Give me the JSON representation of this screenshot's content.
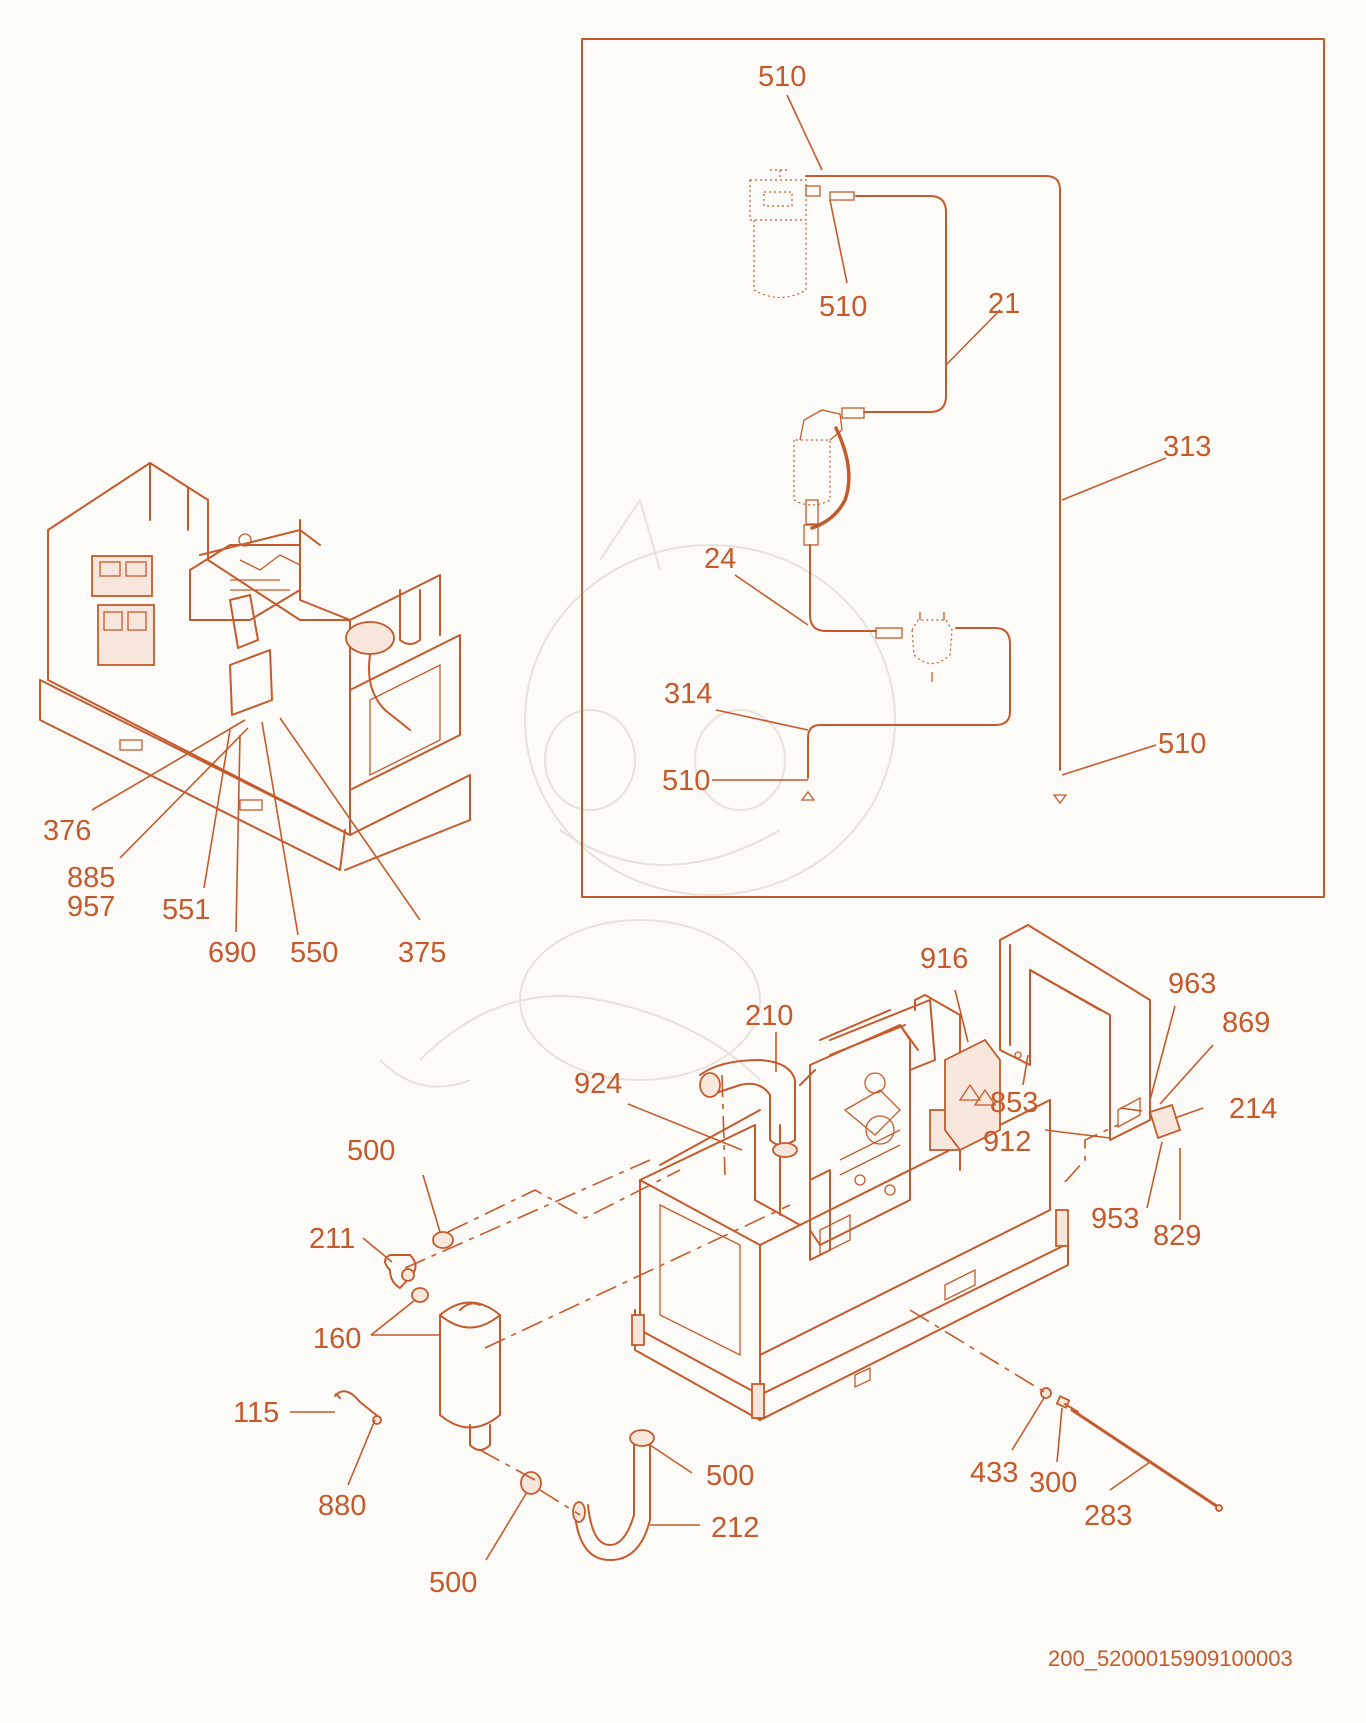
{
  "drawing_id": "200_5200015909100003",
  "colors": {
    "line": "#c55a2c",
    "background": "#fcfbf8",
    "watermark": "#e8e2dc"
  },
  "labels": {
    "inset_510_top": "510",
    "inset_510_mid": "510",
    "inset_21": "21",
    "inset_313": "313",
    "inset_24": "24",
    "inset_314": "314",
    "inset_510_left": "510",
    "inset_510_right": "510",
    "l376": "376",
    "l885": "885",
    "l957": "957",
    "l551": "551",
    "l690": "690",
    "l550": "550",
    "l375": "375",
    "l916": "916",
    "l210": "210",
    "l963": "963",
    "l869": "869",
    "l924": "924",
    "l853": "853",
    "l214": "214",
    "l912": "912",
    "l500_top": "500",
    "l953": "953",
    "l829": "829",
    "l211": "211",
    "l160": "160",
    "l115": "115",
    "l880": "880",
    "l500_mid": "500",
    "l212": "212",
    "l500_bot": "500",
    "l433": "433",
    "l300": "300",
    "l283": "283"
  }
}
